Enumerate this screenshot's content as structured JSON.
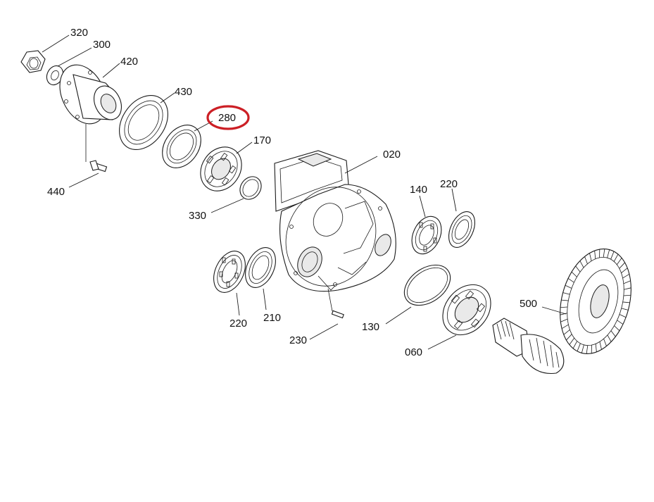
{
  "colors": {
    "line": "#1a1a1a",
    "highlight": "#cc1f25",
    "background": "#ffffff"
  },
  "callouts": {
    "c320": "320",
    "c300": "300",
    "c420": "420",
    "c430": "430",
    "c280": "280",
    "c170": "170",
    "c020": "020",
    "c440": "440",
    "c330": "330",
    "c140": "140",
    "c220a": "220",
    "c220b": "220",
    "c210": "210",
    "c230": "230",
    "c130": "130",
    "c500": "500",
    "c060": "060"
  },
  "highlighted_part": "280"
}
